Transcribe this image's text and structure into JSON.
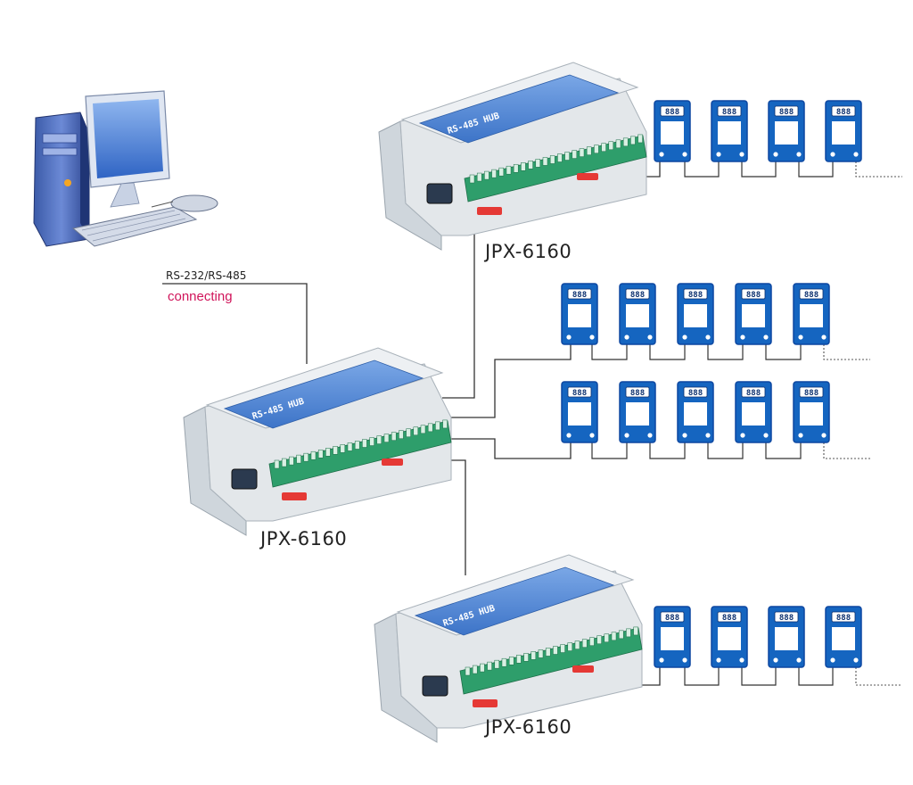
{
  "diagram": {
    "link": {
      "label": "RS-232/RS-485",
      "sublabel": "connecting"
    },
    "hubs": [
      {
        "id": "hub-top",
        "label": "JPX-6160",
        "brand": "RS-485 HUB"
      },
      {
        "id": "hub-center",
        "label": "JPX-6160",
        "brand": "RS-485 HUB"
      },
      {
        "id": "hub-bottom",
        "label": "JPX-6160",
        "brand": "RS-485 HUB"
      }
    ],
    "meter_display": "888",
    "meter_rows": [
      {
        "id": "row-top",
        "count": 4
      },
      {
        "id": "row-mid-1",
        "count": 5
      },
      {
        "id": "row-mid-2",
        "count": 5
      },
      {
        "id": "row-bottom",
        "count": 4
      }
    ],
    "colors": {
      "meter_blue": "#1565c0",
      "meter_blue_dark": "#0d47a1",
      "hub_body": "#e3e7ea",
      "hub_top": "#5b8fd6",
      "terminal_green": "#2e9e6b",
      "din_clip_red": "#e53935",
      "wire": "#333333",
      "accent_text": "#d0145a"
    }
  }
}
